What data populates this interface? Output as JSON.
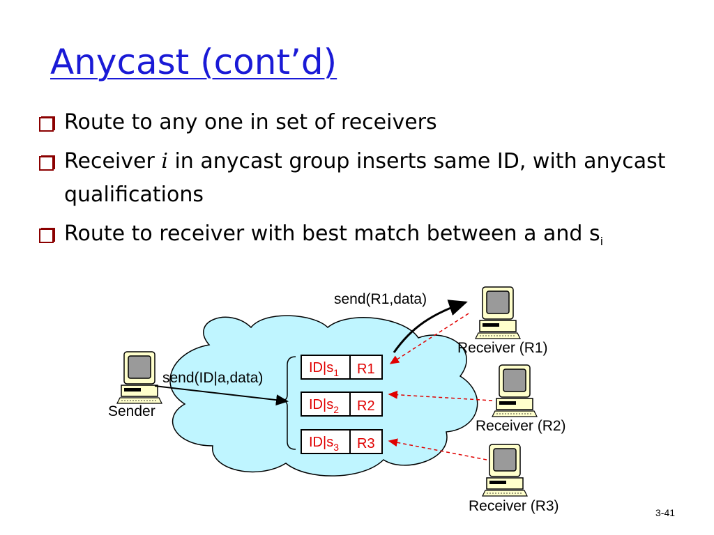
{
  "slide": {
    "title": "Anycast (cont’d)",
    "page_number": "3-41"
  },
  "bullets": [
    {
      "text": "Route to any one in set of receivers"
    },
    {
      "pre": "Receiver ",
      "var": "i",
      "post": " in anycast group inserts same ID, with anycast qualifications"
    },
    {
      "text": "Route to receiver with best match between a and s",
      "sub": "i"
    }
  ],
  "diagram": {
    "sender_label": "Sender",
    "send_label": "send(ID|a,data)",
    "forward_label": "send(R1,data)",
    "receivers": [
      "Receiver (R1)",
      "Receiver (R2)",
      "Receiver (R3)"
    ],
    "table": [
      {
        "id": "ID|s",
        "sub": "1",
        "rcv": "R1"
      },
      {
        "id": "ID|s",
        "sub": "2",
        "rcv": "R2"
      },
      {
        "id": "ID|s",
        "sub": "3",
        "rcv": "R3"
      }
    ],
    "colors": {
      "cloud": "#bff5ff",
      "table_text": "#e00000",
      "title": "#1a1ad6",
      "dashed_arrow": "#e00000",
      "computer_screen": "#9a9a9a",
      "computer_body": "#ffffcc"
    }
  }
}
